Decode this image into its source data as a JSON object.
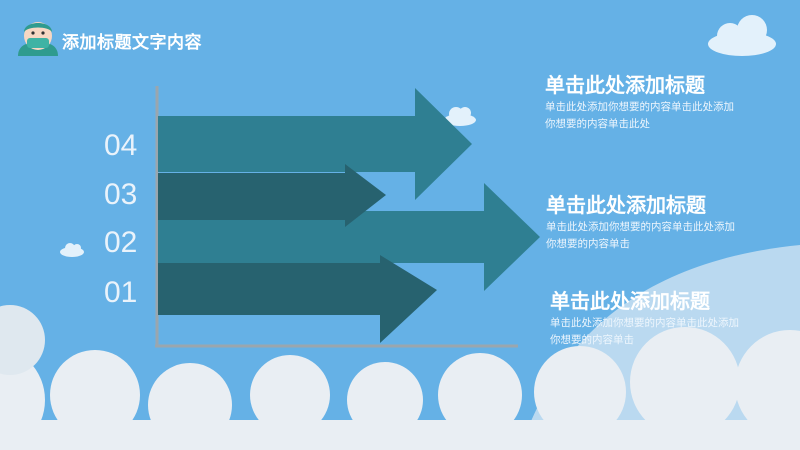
{
  "header": {
    "title": "添加标题文字内容",
    "avatar_icon": "doctor-avatar-icon"
  },
  "colors": {
    "background": "#65b1e6",
    "arrow_light": "#2f7f92",
    "arrow_dark": "#27626f",
    "axis": "#9aa6ae",
    "cloud": "#e9eef3"
  },
  "numbers": [
    "04",
    "03",
    "02",
    "01"
  ],
  "items": [
    {
      "title": "单击此处添加标题",
      "body": "单击此处添加你想要的内容单击此处添加你想要的内容单击此处"
    },
    {
      "title": "单击此处添加标题",
      "body": "单击此处添加你想要的内容单击此处添加你想要的内容单击"
    },
    {
      "title": "单击此处添加标题",
      "body": "单击此处添加你想要的内容单击此处添加你想要的内容单击"
    }
  ]
}
